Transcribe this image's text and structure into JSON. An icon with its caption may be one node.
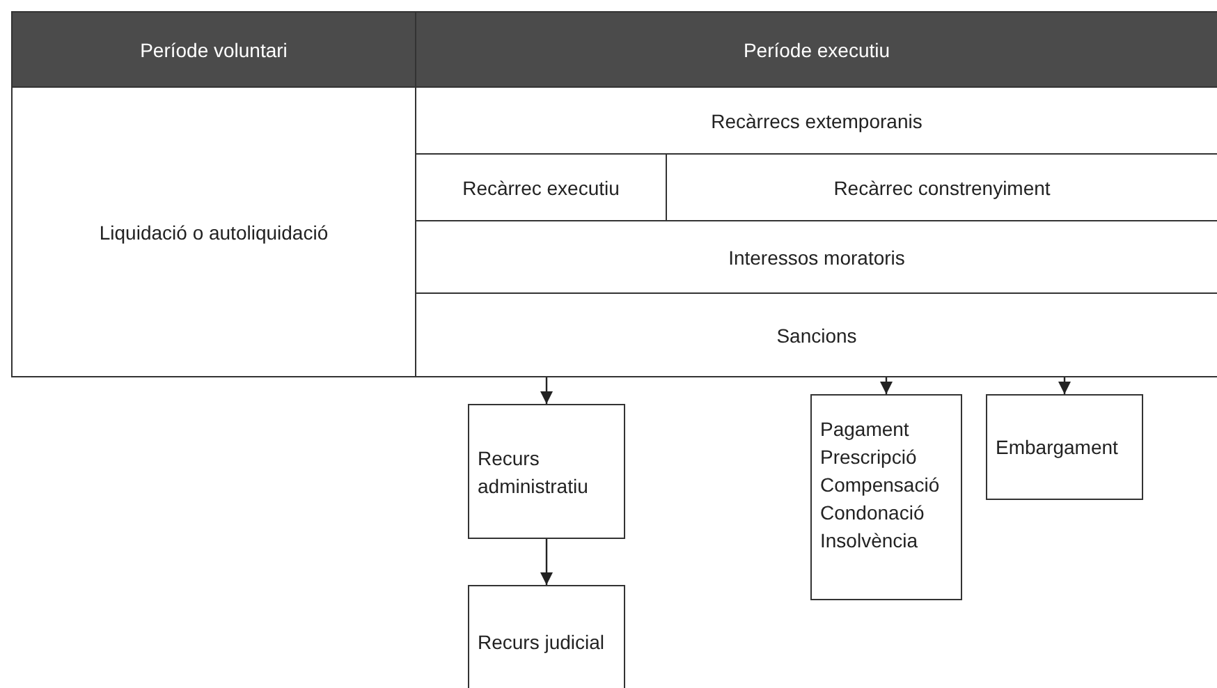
{
  "diagram": {
    "nodes": [
      {
        "text": [
          "Període voluntari"
        ]
      },
      {
        "text": [
          "Període executiu"
        ]
      },
      {
        "text": [
          "Liquidació o autoliquidació"
        ]
      },
      {
        "text": [
          "Recàrrecs extemporanis"
        ]
      },
      {
        "text": [
          "Recàrrec executiu"
        ]
      },
      {
        "text": [
          "Recàrrec constrenyiment"
        ]
      },
      {
        "text": [
          "Interessos moratoris"
        ]
      },
      {
        "text": [
          "Sancions"
        ]
      },
      {
        "text": [
          "Recurs administratiu"
        ]
      },
      {
        "text": [
          "Pagament",
          "Prescripció",
          "Compensació",
          "Condonació",
          "Insolvència"
        ]
      },
      {
        "text": [
          "Embargament"
        ]
      },
      {
        "text": [
          "Recurs judicial"
        ]
      }
    ],
    "edges": [
      {
        "from": 7,
        "to": 8,
        "arrow": "to"
      },
      {
        "from": 7,
        "to": 9,
        "arrow": "to"
      },
      {
        "from": 7,
        "to": 10,
        "arrow": "to"
      },
      {
        "from": 8,
        "to": 11,
        "arrow": "to"
      }
    ]
  }
}
